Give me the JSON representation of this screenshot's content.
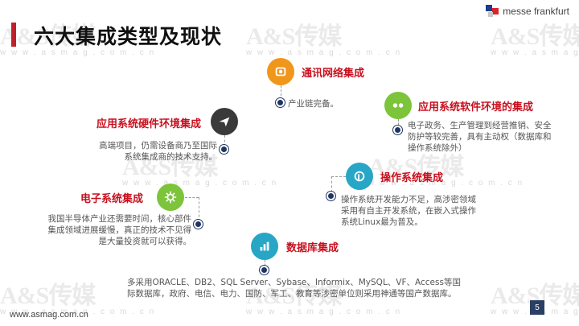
{
  "title": "六大集成类型及现状",
  "brand": {
    "logo_text": "messe frankfurt",
    "icon": "messe-frankfurt-logo"
  },
  "watermark": {
    "text": "A&S传媒",
    "sub": "w w w . a s m a g . c o m . c n"
  },
  "footer": {
    "url": "www.asmag.com.cn",
    "page": "5"
  },
  "colors": {
    "red": "#c8101e",
    "orange": "#f0961a",
    "green": "#7cc43a",
    "teal": "#27a6c6",
    "dark": "#3a3a3a",
    "navy": "#1f3560"
  },
  "items": [
    {
      "id": "network",
      "label": "通讯网络集成",
      "text": "产业链完备。",
      "icon": "camera-icon"
    },
    {
      "id": "software-env",
      "label": "应用系统软件环境的集成",
      "text": "电子政务、生产管理到经营推销、安全防护等较完善，具有主动权（数据库和操作系统除外）",
      "icon": "dots-icon"
    },
    {
      "id": "hardware-env",
      "label": "应用系统硬件环境集成",
      "text": "高端项目，仍需设备商乃至国际系统集成商的技术支持。",
      "icon": "paper-plane-icon"
    },
    {
      "id": "os",
      "label": "操作系统集成",
      "text": "操作系统开发能力不足，高涉密领域采用有自主开发系统，在嵌入式操作系统Linux最为普及。",
      "icon": "pinterest-icon"
    },
    {
      "id": "electronic",
      "label": "电子系统集成",
      "text": "我国半导体产业还需要时间，核心部件集成领域进展缓慢，真正的技术不见得是大量投资就可以获得。",
      "icon": "gear-icon"
    },
    {
      "id": "database",
      "label": "数据库集成",
      "text": "多采用ORACLE、DB2、SQL Server、Sybase、Informix、MySQL、VF、Access等国际数据库，政府、电信、电力、国防、军工、教育等涉密单位则采用神通等国产数据库。",
      "icon": "bar-chart-icon"
    }
  ]
}
